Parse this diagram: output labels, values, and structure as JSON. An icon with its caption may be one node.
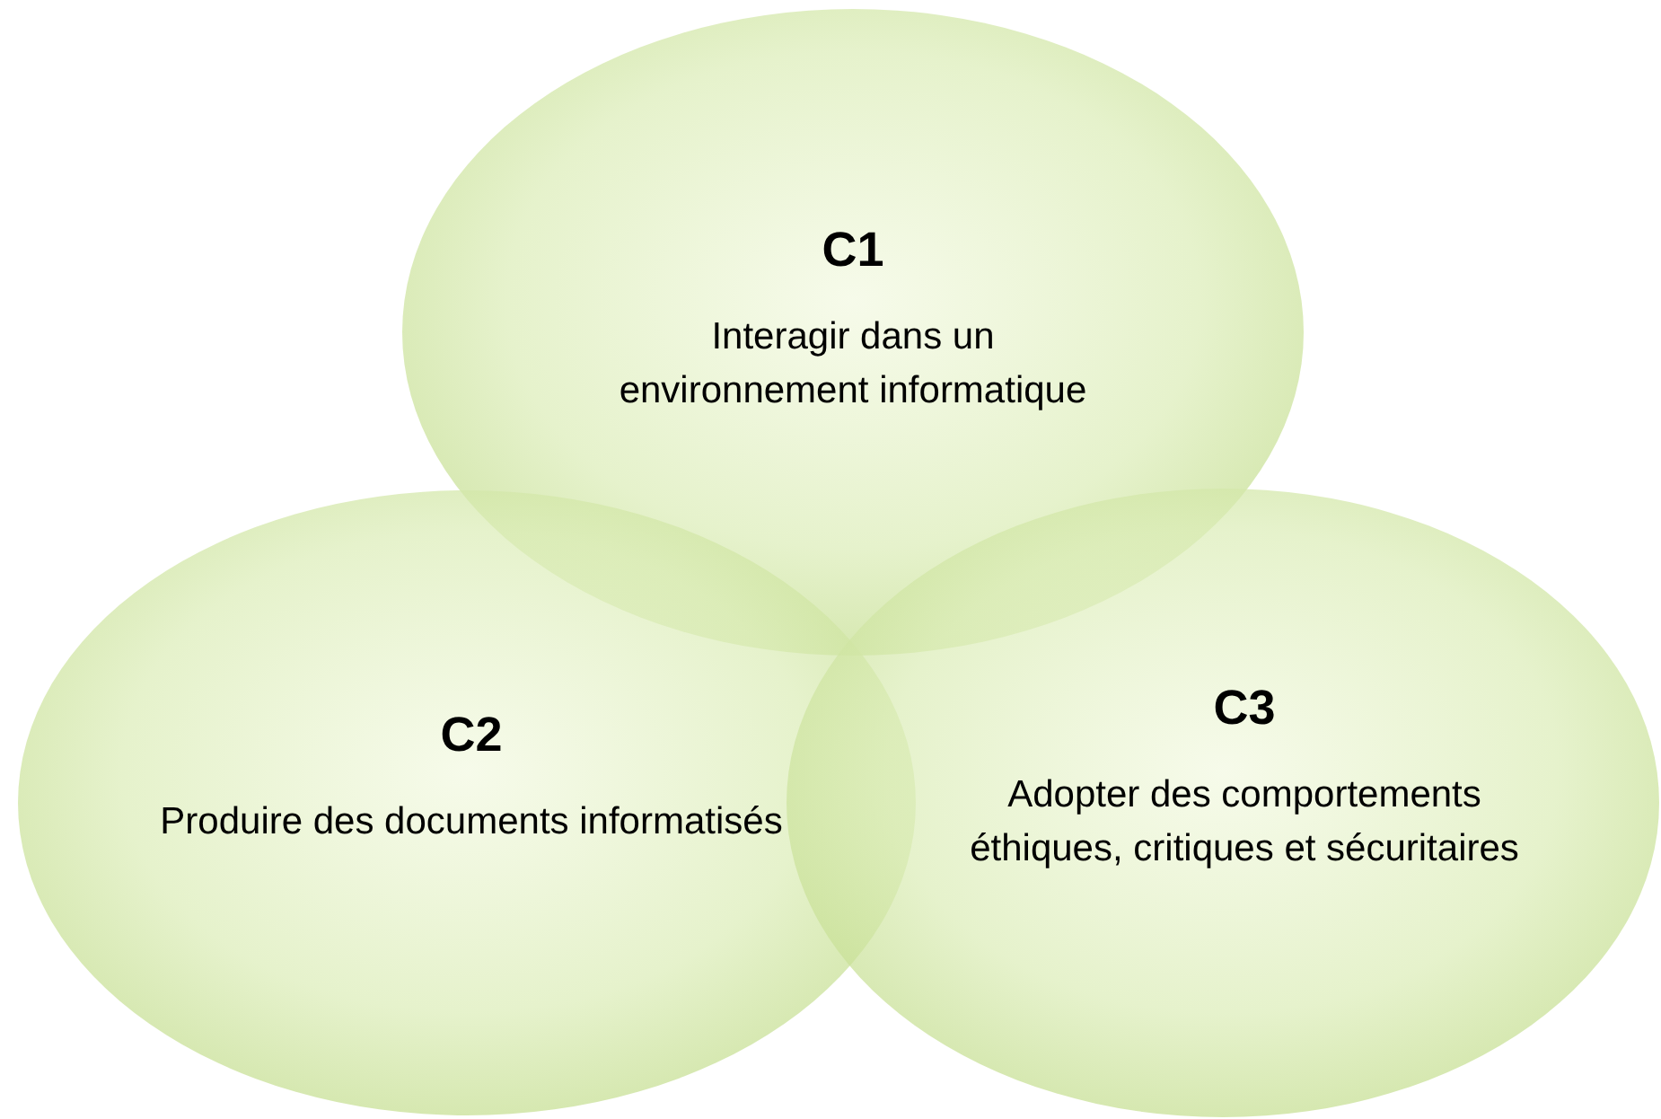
{
  "diagram": {
    "nodes": [
      {
        "text": [
          "C1",
          "Interagir dans un environnement informatique"
        ]
      },
      {
        "text": [
          "C2",
          "Produire des documents informatisés"
        ]
      },
      {
        "text": [
          "C3",
          "Adopter des comportements éthiques, critiques et sécuritaires"
        ]
      }
    ]
  }
}
